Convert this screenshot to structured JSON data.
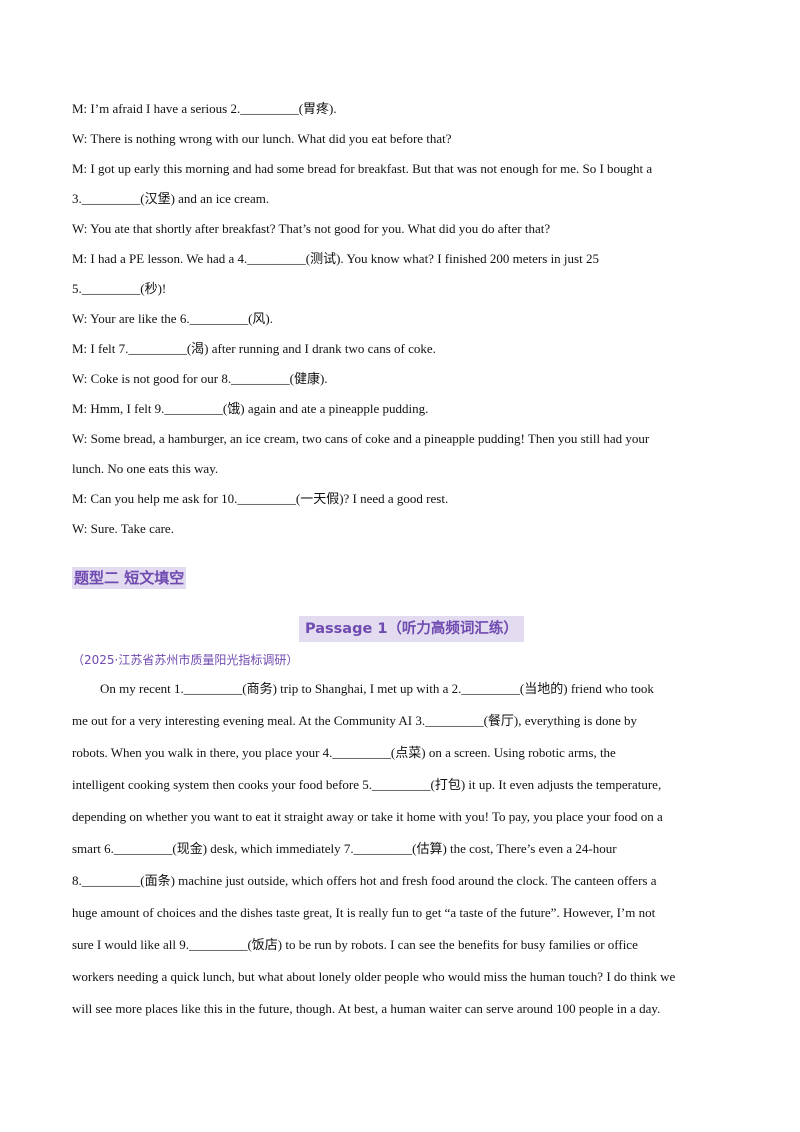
{
  "dialog": [
    "M: I’m afraid I have a serious  2._________(胃疼).",
    "W: There is nothing wrong with our lunch. What did you eat before that?",
    "M: I got up early this morning and had some bread for breakfast. But that was not enough for me. So I bought a",
    "3._________(汉堡)  and an ice cream.",
    "W: You ate that shortly after breakfast? That’s not good for you. What did you do after that?",
    "M: I had a PE lesson. We had a  4._________(测试). You know what? I finished 200 meters in just 25",
    "5._________(秒)!",
    "W: Your are like the  6._________(风).",
    "M: I felt  7._________(渴)  after running and I drank two cans of coke.",
    "W: Coke is not good for our  8._________(健康).",
    "M: Hmm, I felt  9._________(饿)  again and ate a pineapple pudding.",
    "W: Some bread, a hamburger, an ice cream, two cans of coke and a pineapple pudding! Then you still had your",
    "lunch. No one eats this way.",
    "M: Can you help me ask for  10._________(一天假)? I need a good rest.",
    "W: Sure. Take care."
  ],
  "section_title": "题型二    短文填空",
  "passage_title": "Passage  1（听力高频词汇练）",
  "source": "（2025·江苏省苏州市质量阳光指标调研）",
  "passage": [
    "On my recent  1._________(商务)  trip to Shanghai, I met up with a  2._________(当地的)  friend who took",
    "me out for a very interesting evening meal. At the Community AI  3._________(餐厅), everything is done by",
    "robots. When you walk in there, you place your  4._________(点菜)  on a screen. Using robotic arms, the",
    "intelligent cooking system then cooks your food before  5._________(打包)  it up. It even adjusts the temperature,",
    "depending on whether you want to eat it straight away or take it home with you! To pay, you place your food on a",
    "smart  6._________(现金)  desk, which immediately  7._________(估算)  the cost, There’s even a 24-hour",
    "8._________(面条)  machine just outside, which offers hot and fresh food around the clock. The canteen offers a",
    "huge amount of choices and the dishes taste great, It is really fun to get “a taste of the future”. However, I’m not",
    "sure I would like all  9._________(饭店)  to be run by robots. I can see the benefits for busy families or office",
    "workers needing a quick lunch, but what about lonely older people who would miss the human touch? I do think we",
    "will see more places like this in the future, though. At best, a human waiter can serve around 100 people in a day."
  ]
}
